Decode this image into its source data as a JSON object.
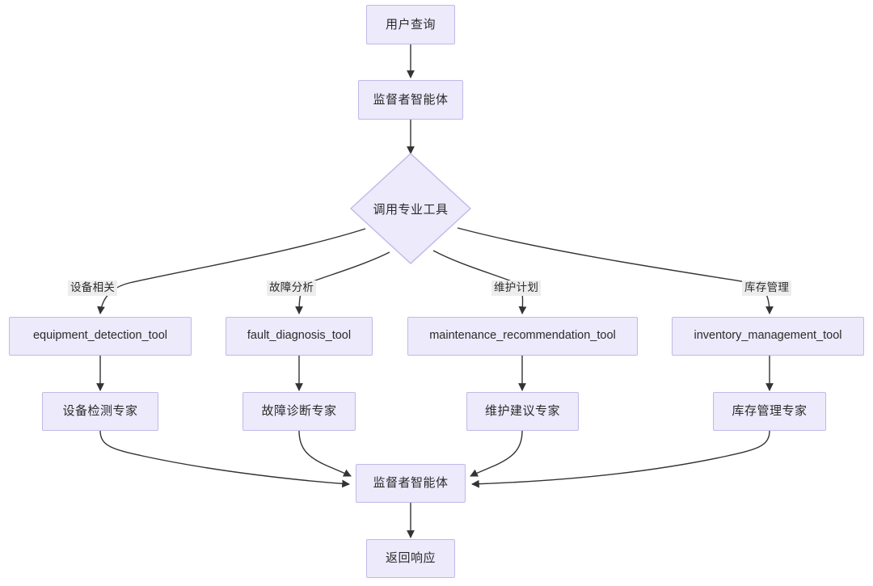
{
  "diagram": {
    "type": "flowchart",
    "title": "",
    "colors": {
      "node_fill": "#ECEAFB",
      "node_border": "#C3B8E8",
      "edge_stroke": "#333333",
      "edge_label_bg": "#EDEDED",
      "text": "#2b2b2b",
      "background": "#FFFFFF"
    },
    "nodes": {
      "user_query": {
        "label": "用户查询",
        "shape": "rect"
      },
      "supervisor_top": {
        "label": "监督者智能体",
        "shape": "rect"
      },
      "decision": {
        "label": "调用专业工具",
        "shape": "diamond"
      },
      "tool_equipment": {
        "label": "equipment_detection_tool",
        "shape": "rect"
      },
      "tool_fault": {
        "label": "fault_diagnosis_tool",
        "shape": "rect"
      },
      "tool_maintenance": {
        "label": "maintenance_recommendation_tool",
        "shape": "rect"
      },
      "tool_inventory": {
        "label": "inventory_management_tool",
        "shape": "rect"
      },
      "expert_equipment": {
        "label": "设备检测专家",
        "shape": "rect"
      },
      "expert_fault": {
        "label": "故障诊断专家",
        "shape": "rect"
      },
      "expert_maintenance": {
        "label": "维护建议专家",
        "shape": "rect"
      },
      "expert_inventory": {
        "label": "库存管理专家",
        "shape": "rect"
      },
      "supervisor_bottom": {
        "label": "监督者智能体",
        "shape": "rect"
      },
      "response": {
        "label": "返回响应",
        "shape": "rect"
      }
    },
    "edge_labels": {
      "equipment": "设备相关",
      "fault": "故障分析",
      "maintenance": "维护计划",
      "inventory": "库存管理"
    }
  }
}
